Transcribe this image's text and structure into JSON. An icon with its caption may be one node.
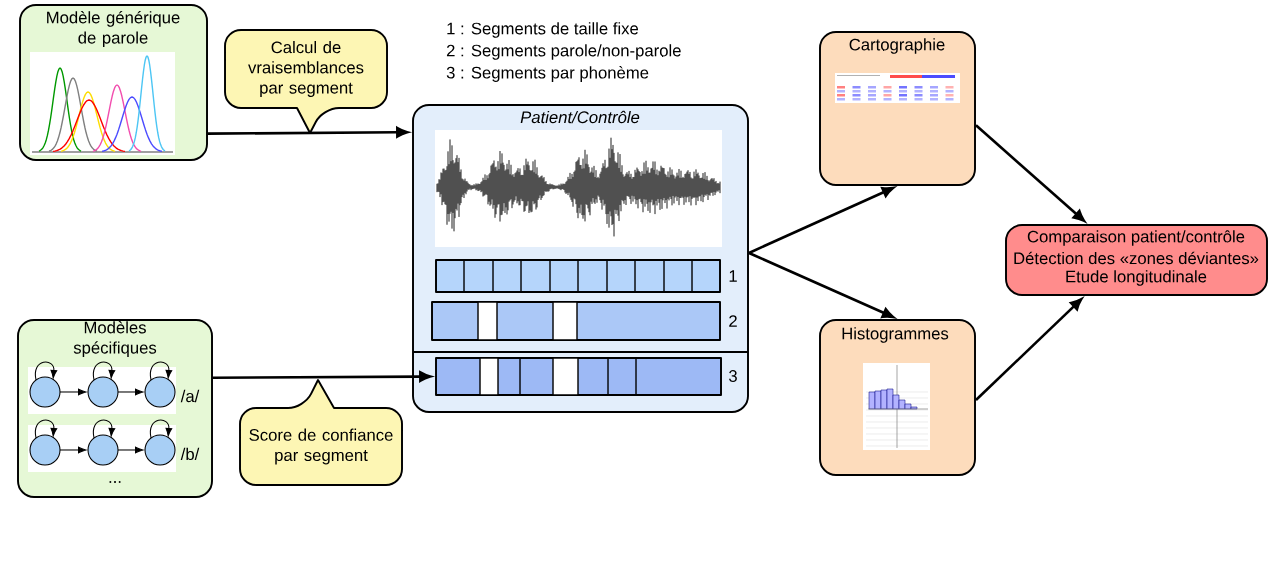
{
  "diagram": {
    "nodes": [
      {
        "text": [
          "Modèle générique de parole"
        ]
      },
      {
        "text": [
          "Modèles spécifiques",
          "/a/",
          "/b/",
          "..."
        ]
      },
      {
        "text": [
          "Patient/Contrôle"
        ]
      },
      {
        "text": [],
        "shape": "bar",
        "in": 2,
        "beside": [
          "1"
        ]
      },
      {
        "text": [],
        "shape": "bar",
        "in": 2,
        "beside": [
          "2"
        ]
      },
      {
        "text": [],
        "shape": "bar",
        "in": 2,
        "beside": [
          "3"
        ]
      },
      {
        "text": [
          "Cartographie"
        ]
      },
      {
        "text": [
          "Histogrammes"
        ]
      },
      {
        "text": [
          "Comparaison patient/contrôle",
          "Détection des «zones déviantes»",
          "Etude longitudinale"
        ]
      }
    ],
    "edges": [
      {
        "from": 0,
        "to": 2,
        "arrow": "to",
        "label": "Calcul de vraisemblances par segment"
      },
      {
        "from": 1,
        "to": 5,
        "arrow": "to",
        "label": "Score de confiance par segment"
      },
      {
        "from": 2,
        "to": 6,
        "arrow": "to"
      },
      {
        "from": 2,
        "to": 7,
        "arrow": "to"
      },
      {
        "from": 6,
        "to": 8,
        "arrow": "to"
      },
      {
        "from": 7,
        "to": 8,
        "arrow": "to"
      }
    ],
    "labels": [
      "1 : Segments de taille fixe",
      "2 : Segments parole/non-parole",
      "3 : Segments par phonème"
    ]
  }
}
